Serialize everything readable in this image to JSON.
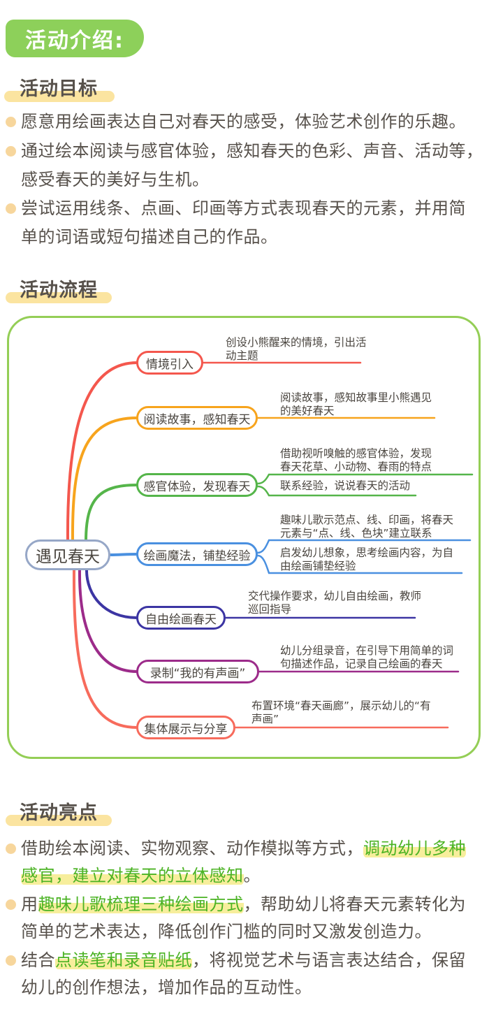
{
  "colors": {
    "badge_green": "#8dd05a",
    "heading_highlight_yellow": "#fbe4a0",
    "green_text": "#4bb324",
    "green_text_highlight": "#f7ee9c",
    "bullet_dot": "#f7d69c",
    "mindmap_box_border": "#94ce56",
    "body_text": "#57514b"
  },
  "badge": {
    "label": "活动介绍:"
  },
  "sections": {
    "goals": {
      "heading": "活动目标",
      "bullets": [
        {
          "lines": [
            "愿意用绘画表达自己对春天的感受，体验艺术创作的乐趣。"
          ]
        },
        {
          "lines": [
            "通过绘本阅读与感官体验，感知春天的色彩、声音、活动等，",
            "感受春天的美好与生机。"
          ]
        },
        {
          "lines": [
            "尝试运用线条、点画、印画等方式表现春天的元素，并用简",
            "单的词语或短句描述自己的作品。"
          ]
        }
      ]
    },
    "flow": {
      "heading": "活动流程",
      "mindmap": {
        "center": {
          "label": "遇见春天",
          "color": "#96a7c7"
        },
        "branches": [
          {
            "label": "情境引入",
            "color": "#f4574d",
            "notes": [
              {
                "lines": [
                  "创设小熊醒来的情境，引出活",
                  "动主题"
                ]
              }
            ]
          },
          {
            "label": "阅读故事，感知春天",
            "color": "#f7a41d",
            "notes": [
              {
                "lines": [
                  "阅读故事，感知故事里小熊遇见",
                  "的美好春天"
                ]
              }
            ]
          },
          {
            "label": "感官体验，发现春天",
            "color": "#55b54a",
            "notes": [
              {
                "lines": [
                  "借助视听嗅触的感官体验，发现",
                  "春天花草、小动物、春雨的特点"
                ]
              },
              {
                "lines": [
                  "联系经验，说说春天的活动"
                ]
              }
            ]
          },
          {
            "label": "绘画魔法，铺垫经验",
            "color": "#4a90e0",
            "notes": [
              {
                "lines": [
                  "趣味儿歌示范点、线、印画，将春天",
                  "元素与“点、线、色块”建立联系"
                ]
              },
              {
                "lines": [
                  "启发幼儿想象，思考绘画内容，为自",
                  "由绘画铺垫经验"
                ]
              }
            ]
          },
          {
            "label": "自由绘画春天",
            "color": "#3c35a3",
            "notes": [
              {
                "lines": [
                  "交代操作要求，幼儿自由绘画，教师",
                  "巡回指导"
                ]
              }
            ]
          },
          {
            "label": "录制“我的有声画”",
            "color": "#9c2b8a",
            "notes": [
              {
                "lines": [
                  "幼儿分组录音，在引导下用简单的词",
                  "句描述作品，记录自己绘画的春天"
                ]
              }
            ]
          },
          {
            "label": "集体展示与分享",
            "color": "#f76b5c",
            "notes": [
              {
                "lines": [
                  "布置环境“春天画廊”，展示幼儿的“有",
                  "声画”"
                ]
              }
            ]
          }
        ]
      }
    },
    "highlights": {
      "heading": "活动亮点",
      "bullets": [
        {
          "lines": [
            {
              "segments": [
                {
                  "text": "借助绘本阅读、实物观察、动作模拟等方式，",
                  "style": "normal"
                },
                {
                  "text": "调动幼儿多种",
                  "style": "green"
                }
              ]
            },
            {
              "segments": [
                {
                  "text": "感官，建立对春天的立体感知",
                  "style": "green"
                },
                {
                  "text": "。",
                  "style": "normal"
                }
              ]
            }
          ]
        },
        {
          "lines": [
            {
              "segments": [
                {
                  "text": "用",
                  "style": "normal"
                },
                {
                  "text": "趣味儿歌梳理三种绘画方式",
                  "style": "green"
                },
                {
                  "text": "，帮助幼儿将春天元素转化为",
                  "style": "normal"
                }
              ]
            },
            {
              "segments": [
                {
                  "text": "简单的艺术表达，降低创作门槛的同时又激发创造力。",
                  "style": "normal"
                }
              ]
            }
          ]
        },
        {
          "lines": [
            {
              "segments": [
                {
                  "text": "结合",
                  "style": "normal"
                },
                {
                  "text": "点读笔和录音贴纸",
                  "style": "green"
                },
                {
                  "text": "，将视觉艺术与语言表达结合，保留",
                  "style": "normal"
                }
              ]
            },
            {
              "segments": [
                {
                  "text": "幼儿的创作想法，增加作品的互动性。",
                  "style": "normal"
                }
              ]
            }
          ]
        }
      ]
    }
  }
}
